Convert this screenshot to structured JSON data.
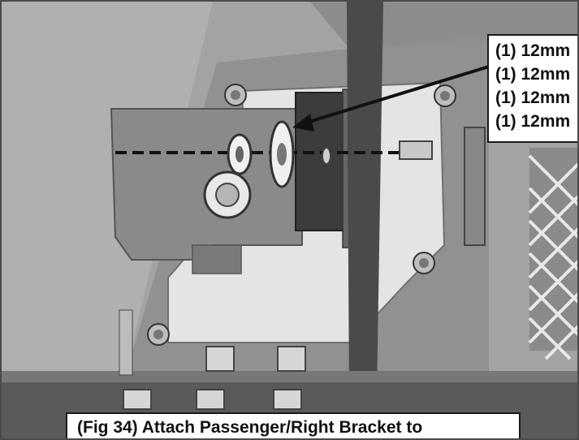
{
  "callout": {
    "lines": [
      "(1) 12mm",
      "(1) 12mm",
      "(1) 12mm",
      "(1) 12mm"
    ]
  },
  "caption": {
    "text": "(Fig 34) Attach Passenger/Right Bracket to"
  },
  "colors": {
    "background_gray": "#9a9a9a",
    "bracket_light": "#e6e6e6",
    "bracket_dark": "#3c3c3c",
    "frame_border": "#4a4a4a"
  }
}
